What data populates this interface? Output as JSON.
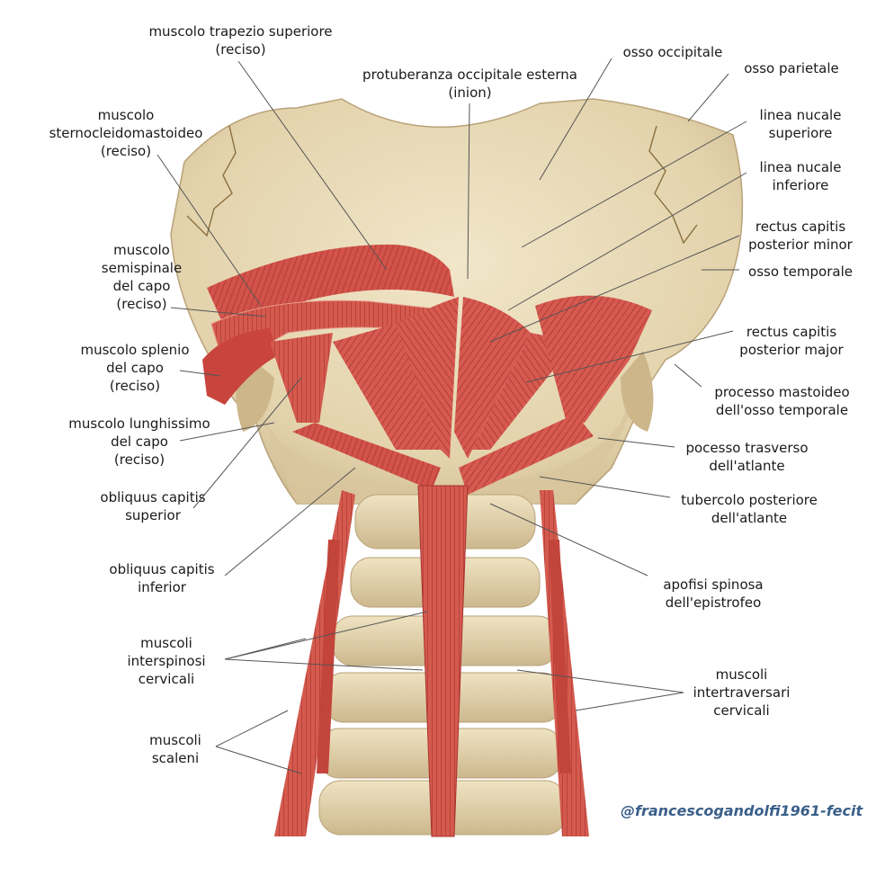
{
  "figure": {
    "palette": {
      "bone": "#e9dcbc",
      "bone_shadow": "#c9b48a",
      "muscle": "#d2534a",
      "muscle_dark": "#a8322e",
      "muscle_light": "#ee8a7c",
      "leader_line": "#555555",
      "credit_text": "#3a5f8a"
    },
    "labels": [
      {
        "id": "trapezio",
        "lines": [
          "muscolo trapezio superiore",
          "(reciso)"
        ]
      },
      {
        "id": "scm",
        "lines": [
          "muscolo",
          "sternocleidomastoideo",
          "(reciso)"
        ]
      },
      {
        "id": "semispinale",
        "lines": [
          "muscolo",
          "semispinale",
          "del capo",
          "(reciso)"
        ]
      },
      {
        "id": "splenio",
        "lines": [
          "muscolo splenio",
          "del capo",
          "(reciso)"
        ]
      },
      {
        "id": "lunghissimo",
        "lines": [
          "muscolo lunghissimo",
          "del capo",
          "(reciso)"
        ]
      },
      {
        "id": "obl-sup",
        "lines": [
          "obliquus capitis",
          "superior"
        ]
      },
      {
        "id": "obl-inf",
        "lines": [
          "obliquus capitis",
          "inferior"
        ]
      },
      {
        "id": "interspinosi",
        "lines": [
          "muscoli",
          "interspinosi",
          "cervicali"
        ]
      },
      {
        "id": "scaleni",
        "lines": [
          "muscoli",
          "scaleni"
        ]
      },
      {
        "id": "protuberanza",
        "lines": [
          "protuberanza occipitale esterna",
          "(inion)"
        ]
      },
      {
        "id": "occipitale",
        "lines": [
          "osso occipitale"
        ]
      },
      {
        "id": "parietale",
        "lines": [
          "osso parietale"
        ]
      },
      {
        "id": "nucale-sup",
        "lines": [
          "linea nucale",
          "superiore"
        ]
      },
      {
        "id": "nucale-inf",
        "lines": [
          "linea nucale",
          "inferiore"
        ]
      },
      {
        "id": "rect-minor",
        "lines": [
          "rectus capitis",
          "posterior minor"
        ]
      },
      {
        "id": "temporale",
        "lines": [
          "osso temporale"
        ]
      },
      {
        "id": "rect-major",
        "lines": [
          "rectus capitis",
          "posterior major"
        ]
      },
      {
        "id": "mastoideo",
        "lines": [
          "processo mastoideo",
          "dell'osso temporale"
        ]
      },
      {
        "id": "trasverso",
        "lines": [
          "pocesso trasverso",
          "dell'atlante"
        ]
      },
      {
        "id": "tubercolo",
        "lines": [
          "tubercolo posteriore",
          "dell'atlante"
        ]
      },
      {
        "id": "apofisi",
        "lines": [
          "apofisi spinosa",
          "dell'epistrofeo"
        ]
      },
      {
        "id": "intertraversari",
        "lines": [
          "muscoli",
          "intertraversari",
          "cervicali"
        ]
      }
    ],
    "credit": "@francescogandolfi1961-fecit"
  }
}
